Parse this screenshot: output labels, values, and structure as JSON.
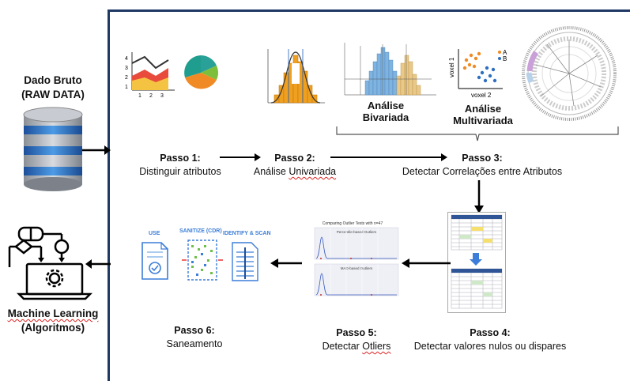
{
  "left": {
    "raw_line1": "Dado Bruto",
    "raw_line2": "(RAW DATA)",
    "ml_line1": "Machine Learning",
    "ml_line2": "(Algoritmos)"
  },
  "steps": {
    "s1_title": "Passo 1:",
    "s1_desc": "Distinguir atributos",
    "s2_title": "Passo 2:",
    "s2_desc_a": "Análise ",
    "s2_desc_b": "Univariada",
    "s3_title": "Passo 3:",
    "s3_desc": "Detectar Correlações entre Atributos",
    "s4_title": "Passo 4:",
    "s4_desc": "Detectar valores nulos ou dispares",
    "s5_title": "Passo 5:",
    "s5_desc_a": "Detectar ",
    "s5_desc_b": "Otliers",
    "s6_title": "Passo 6:",
    "s6_desc": "Saneamento"
  },
  "captions": {
    "bivariate_1": "Análise",
    "bivariate_2": "Bivariada",
    "multivariate_1": "Análise",
    "multivariate_2": "Multivariada"
  },
  "scatter": {
    "ylabel": "voxel 1",
    "xlabel": "voxel 2",
    "legend_a": "A",
    "legend_b": "B"
  },
  "line_chart_ticks": [
    "1",
    "2",
    "3",
    "4"
  ],
  "line_chart_xticks": [
    "1",
    "2",
    "3"
  ],
  "outlier_chart": {
    "title": "Comparing Outlier Tests with n=47",
    "top_label": "Percentile-based Outliers",
    "bottom_label": "MAD-based Outliers"
  },
  "sanitize": {
    "use": "USE",
    "sanitize": "SANITIZE (CDR)",
    "identify": "IDENTIFY & SCAN"
  },
  "colors": {
    "frame": "#1f3864",
    "db_blue": "#2f6fbf",
    "histogram_orange": "#f0a020",
    "hist_blue": "#7fb3e0"
  }
}
